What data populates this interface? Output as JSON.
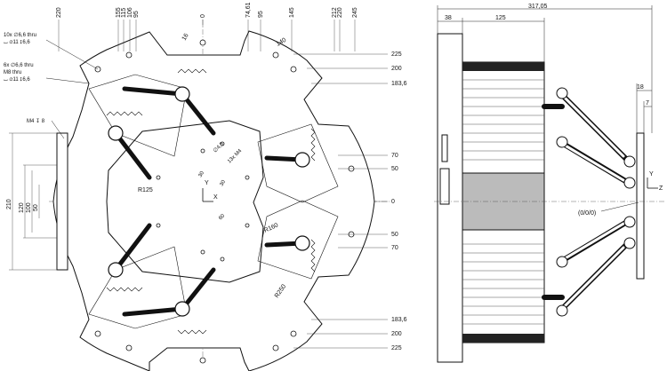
{
  "top_dims": [
    "220",
    "155",
    "115",
    "106",
    "95",
    "0",
    "74,61",
    "95",
    "145",
    "212",
    "220",
    "245"
  ],
  "right_dims": [
    "225",
    "200",
    "183,6",
    "70",
    "50",
    "0",
    "50",
    "70",
    "183,6",
    "200",
    "225"
  ],
  "left_vertical_dims": [
    "210",
    "120",
    "100",
    "50"
  ],
  "hole_note_1": {
    "line1": "10x  ∅6,6 thru",
    "line2": "⌴ ∅11 ↧6,6"
  },
  "hole_note_2": {
    "line1": "6x  ∅6,6 thru",
    "line2": "M8 thru",
    "line3": "⌴ ∅11 ↧6,6"
  },
  "m4_note": "M4 ↧ 8",
  "internal_labels": {
    "r125": "R125",
    "r160": "R160",
    "r250": "R250",
    "m4_pattern": "13x M4",
    "d45": "∅4,5",
    "a16": "16",
    "a140": "140",
    "a30": "30",
    "a60": "60",
    "a30b": "30",
    "x": "X",
    "y": "Y"
  },
  "side_view": {
    "total": "317,05",
    "left_w": "38",
    "mid_w": "125",
    "dim18": "18",
    "dim7": "7",
    "origin": "(0/0/0)",
    "z": "Z",
    "y": "Y"
  }
}
